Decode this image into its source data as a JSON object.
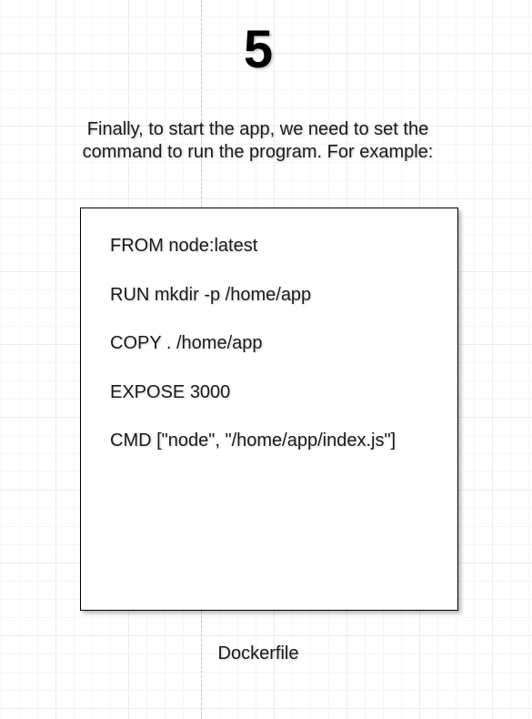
{
  "step": {
    "number": "5"
  },
  "caption": {
    "line1": "Finally, to start the app, we need to set the",
    "line2": "command to run the program. For example:"
  },
  "dockerfile": {
    "lines": [
      "FROM node:latest",
      "RUN mkdir -p /home/app",
      "COPY . /home/app",
      "EXPOSE 3000",
      "CMD [\"node\", \"/home/app/index.js\"]"
    ],
    "label": "Dockerfile"
  }
}
